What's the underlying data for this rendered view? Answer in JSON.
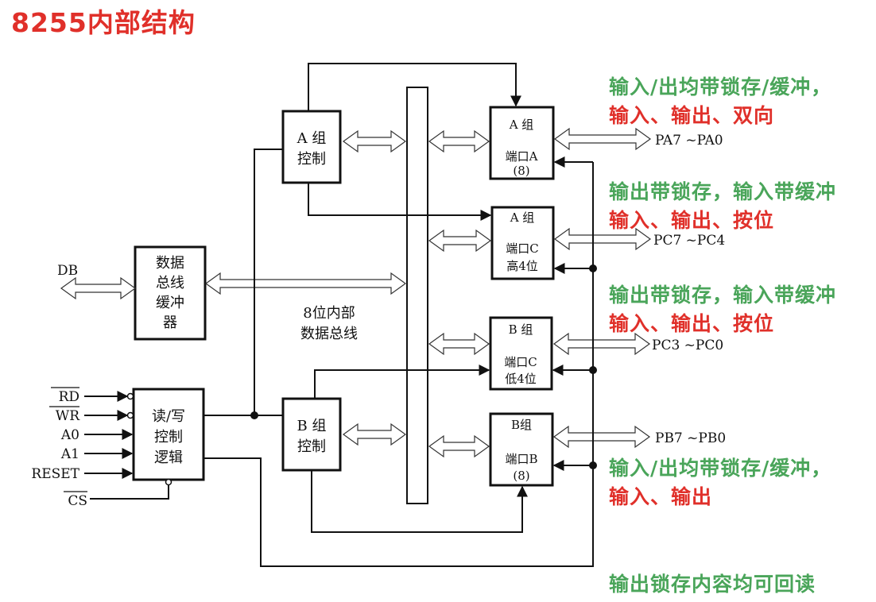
{
  "title": "8255内部结构",
  "colors": {
    "title": "#e0302a",
    "note_green": "#4aa55a",
    "note_red": "#e0302a",
    "line": "#111111"
  },
  "blocks": {
    "data_bus_buffer": [
      "数据",
      "总线",
      "缓冲",
      "器"
    ],
    "rw_control": [
      "读/写",
      "控制",
      "逻辑"
    ],
    "group_a_control": [
      "A 组",
      "控制"
    ],
    "group_b_control": [
      "B 组",
      "控制"
    ],
    "port_a": [
      "A 组",
      "端口A",
      "(8)"
    ],
    "port_c_high": [
      "A 组",
      "端口C",
      "高4位"
    ],
    "port_c_low": [
      "B 组",
      "端口C",
      "低4位"
    ],
    "port_b": [
      "B组",
      "端口B",
      "(8)"
    ],
    "internal_bus": [
      "8位内部",
      "数据总线"
    ]
  },
  "signals": {
    "db": "DB",
    "rd": "RD",
    "wr": "WR",
    "a0": "A0",
    "a1": "A1",
    "reset": "RESET",
    "cs": "CS",
    "pa": "PA7 ~PA0",
    "pc_high": "PC7 ~PC4",
    "pc_low": "PC3 ~PC0",
    "pb": "PB7 ~PB0"
  },
  "notes": {
    "port_a_green": "输入/出均带锁存/缓冲，",
    "port_a_red": "输入、输出、双向",
    "pc_high_green": "输出带锁存，输入带缓冲",
    "pc_high_red": "输入、输出、按位",
    "pc_low_green": "输出带锁存，输入带缓冲",
    "pc_low_red": "输入、输出、按位",
    "port_b_green": "输入/出均带锁存/缓冲，",
    "port_b_red": "输入、输出",
    "readback_green": "输出锁存内容均可回读"
  }
}
